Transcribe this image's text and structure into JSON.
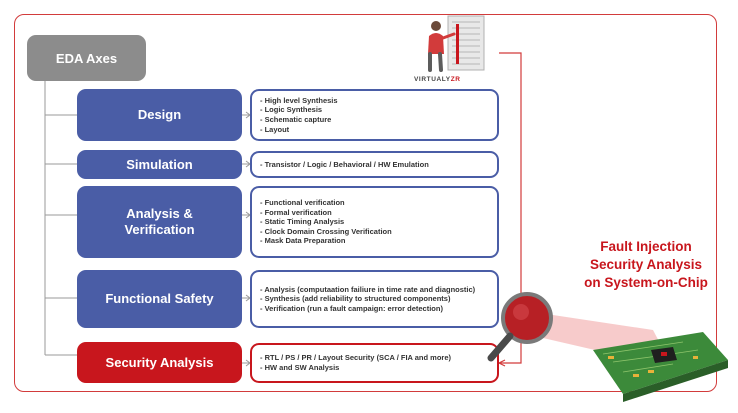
{
  "root": {
    "label": "EDA Axes"
  },
  "brand": {
    "name_main": "VIRTUALY",
    "name_accent": "ZR"
  },
  "categories": [
    {
      "label": "Design",
      "items": [
        "High level Synthesis",
        "Logic Synthesis",
        "Schematic capture",
        "Layout"
      ]
    },
    {
      "label": "Simulation",
      "items": [
        "Transistor / Logic / Behavioral / HW Emulation"
      ]
    },
    {
      "label_line1": "Analysis &",
      "label_line2": "Verification",
      "items": [
        "Functional verification",
        "Formal verification",
        "Static Timing Analysis",
        "Clock Domain Crossing Verification",
        "Mask Data Preparation"
      ]
    },
    {
      "label": "Functional Safety",
      "items": [
        "Analysis (computaation failiure in time rate and diagnostic)",
        "Synthesis (add reliability to structured components)",
        "Verification (run a fault campaign: error detection)"
      ]
    },
    {
      "label": "Security Analysis",
      "items": [
        "RTL / PS / PR / Layout Security (SCA / FIA and more)",
        "HW and SW Analysis"
      ]
    }
  ],
  "callout": {
    "line1": "Fault Injection",
    "line2": "Security Analysis",
    "line3": "on System-on-Chip"
  },
  "colors": {
    "frame": "#d23b3b",
    "category_blue": "#4a5da6",
    "security_red": "#c8161d",
    "root_gray": "#8c8c8c"
  }
}
